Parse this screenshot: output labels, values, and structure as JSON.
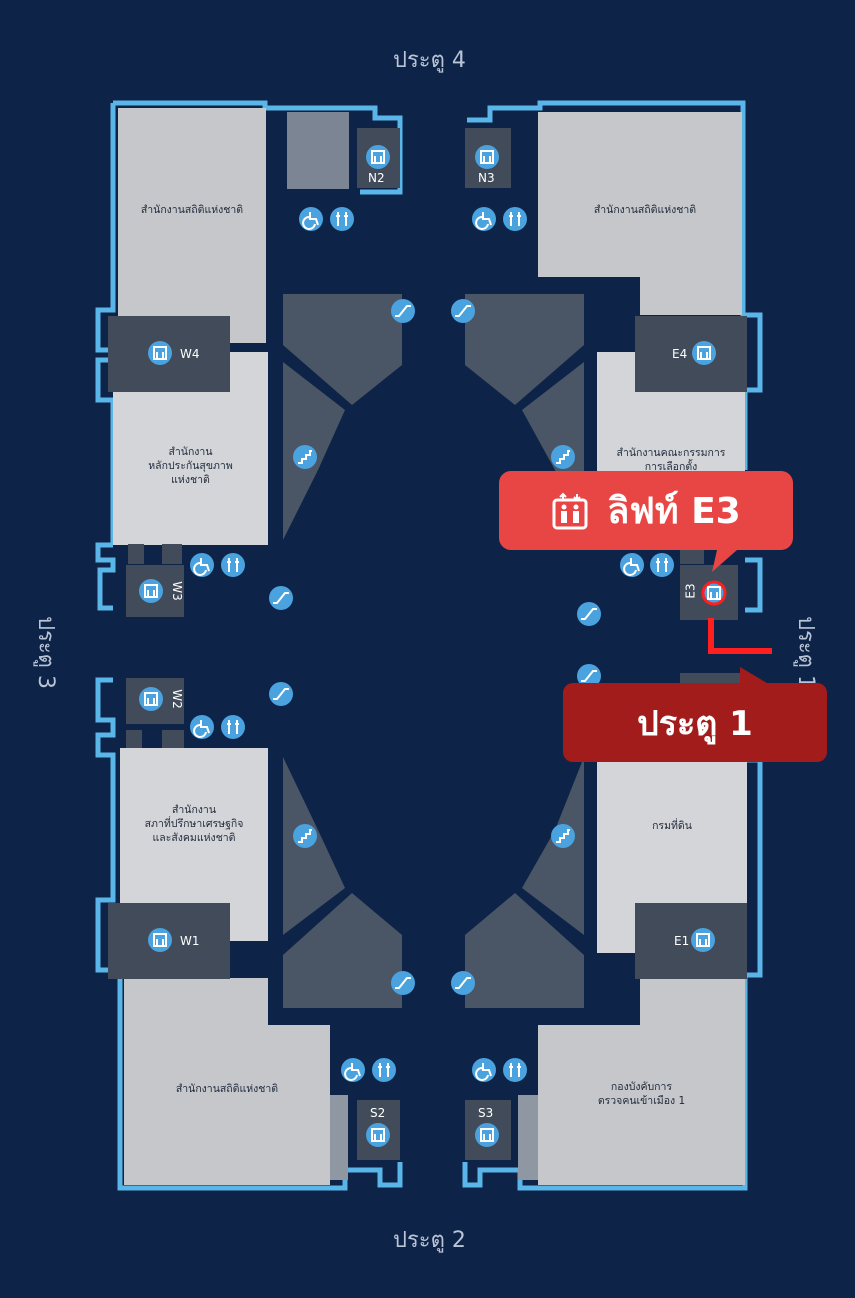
{
  "map": {
    "gates": {
      "north": "ประตู 4",
      "south": "ประตู 2",
      "west": "ประตู 3",
      "east": "ประตู 1"
    },
    "rooms": {
      "nw_top": "สำนักงานสถิติแห่งชาติ",
      "ne_top": "สำนักงานสถิติแห่งชาติ",
      "w_upper": "สำนักงาน\nหลักประกันสุขภาพ\nแห่งชาติ",
      "e_upper": "สำนักงานคณะกรรมการ\nการเลือกตั้ง",
      "w_lower": "สำนักงาน\nสภาที่ปรึกษาเศรษฐกิจ\nและสังคมแห่งชาติ",
      "e_lower": "กรมที่ดิน",
      "sw_bottom": "สำนักงานสถิติแห่งชาติ",
      "se_bottom": "กองบังคับการ\nตรวจคนเข้าเมือง 1"
    },
    "lifts": {
      "n2": "N2",
      "n3": "N3",
      "w4": "W4",
      "e4": "E4",
      "w3": "W3",
      "e3": "E3",
      "w2": "W2",
      "w1": "W1",
      "e1": "E1",
      "s2": "S2",
      "s3": "S3"
    },
    "icons": [
      "elevator-icon",
      "wheelchair-icon",
      "restroom-icon",
      "escalator-icon",
      "stairs-icon"
    ]
  },
  "callouts": {
    "lift": "ลิฟท์ E3",
    "gate": "ประตู 1"
  },
  "colors": {
    "background": "#0d2347",
    "outline": "#5ab6e8",
    "room": "#c6c7ca",
    "corridor": "#4a5666",
    "icon": "#4aa3df",
    "highlight_red": "#e84545",
    "gate_callout": "#a31c1c"
  }
}
